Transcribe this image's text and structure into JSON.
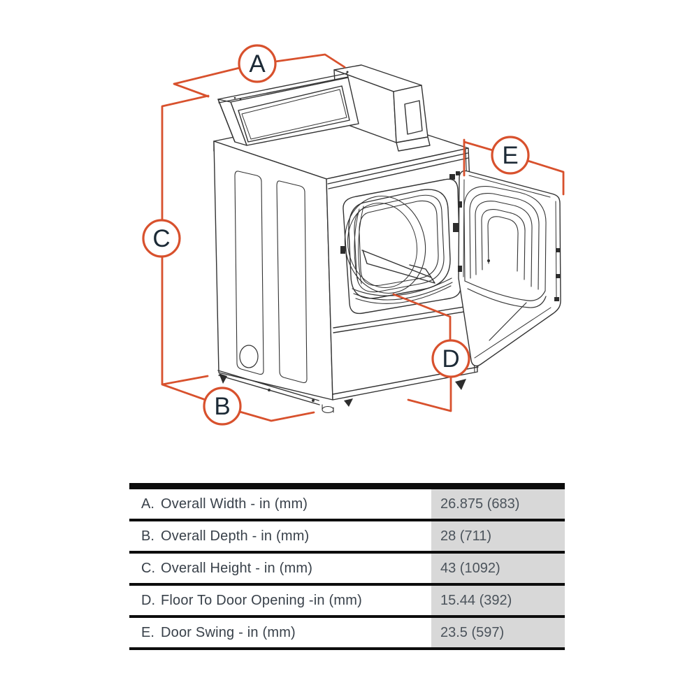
{
  "diagram": {
    "title_hint": "dryer-dimension-drawing",
    "accent_color": "#d8512d",
    "line_color": "#333333",
    "callouts": {
      "a": "A",
      "b": "B",
      "c": "C",
      "d": "D",
      "e": "E"
    }
  },
  "table": {
    "rows": [
      {
        "key": "A.",
        "label": "Overall Width - in (mm)",
        "value": "26.875 (683)"
      },
      {
        "key": "B.",
        "label": "Overall Depth -  in (mm)",
        "value": "28 (711)"
      },
      {
        "key": "C.",
        "label": "Overall Height - in (mm)",
        "value": "43 (1092)"
      },
      {
        "key": "D.",
        "label": "Floor To Door Opening -in (mm)",
        "value": "15.44 (392)"
      },
      {
        "key": "E.",
        "label": "Door Swing - in (mm)",
        "value": "23.5 (597)"
      }
    ]
  }
}
